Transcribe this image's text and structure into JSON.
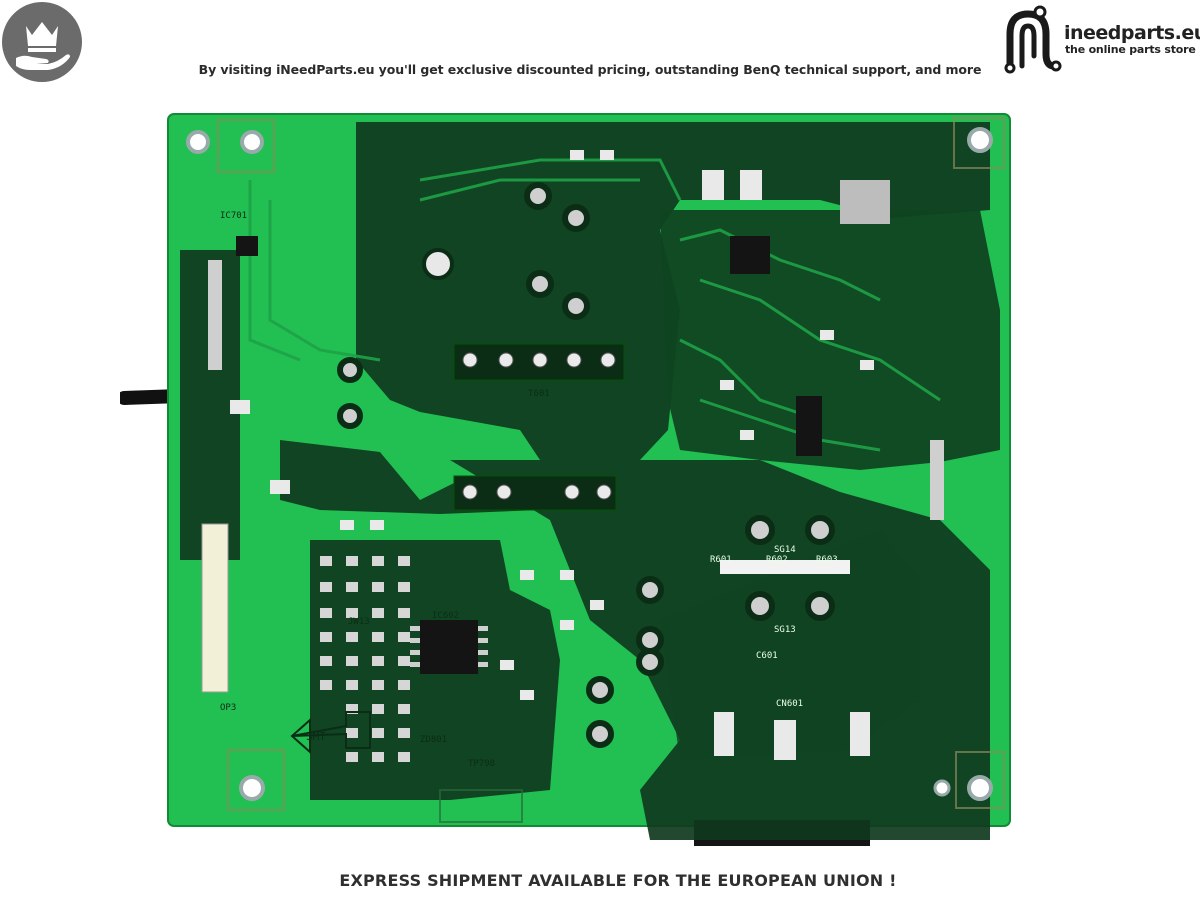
{
  "header": {
    "badge_icon": "crown-hand-icon",
    "logo": {
      "icon": "n-circuit-logo-icon",
      "name": "ineedparts.eu",
      "tagline": "the online parts store"
    },
    "promo_text": "By visiting iNeedParts.eu you'll get exclusive discounted pricing, outstanding BenQ technical support, and more"
  },
  "photo": {
    "subject": "pcb-board",
    "board_color": "#1db94e",
    "trace_color": "#0f3a1e",
    "labels": [
      "T601",
      "IC602",
      "IC701",
      "CN601",
      "SMT",
      "OP3",
      "C601",
      "R601",
      "R602",
      "R603",
      "SG13",
      "SG14",
      "JW13",
      "TP798",
      "ZD801"
    ]
  },
  "footer": {
    "shipping_text": "EXPRESS SHIPMENT AVAILABLE FOR THE EUROPEAN UNION !"
  }
}
